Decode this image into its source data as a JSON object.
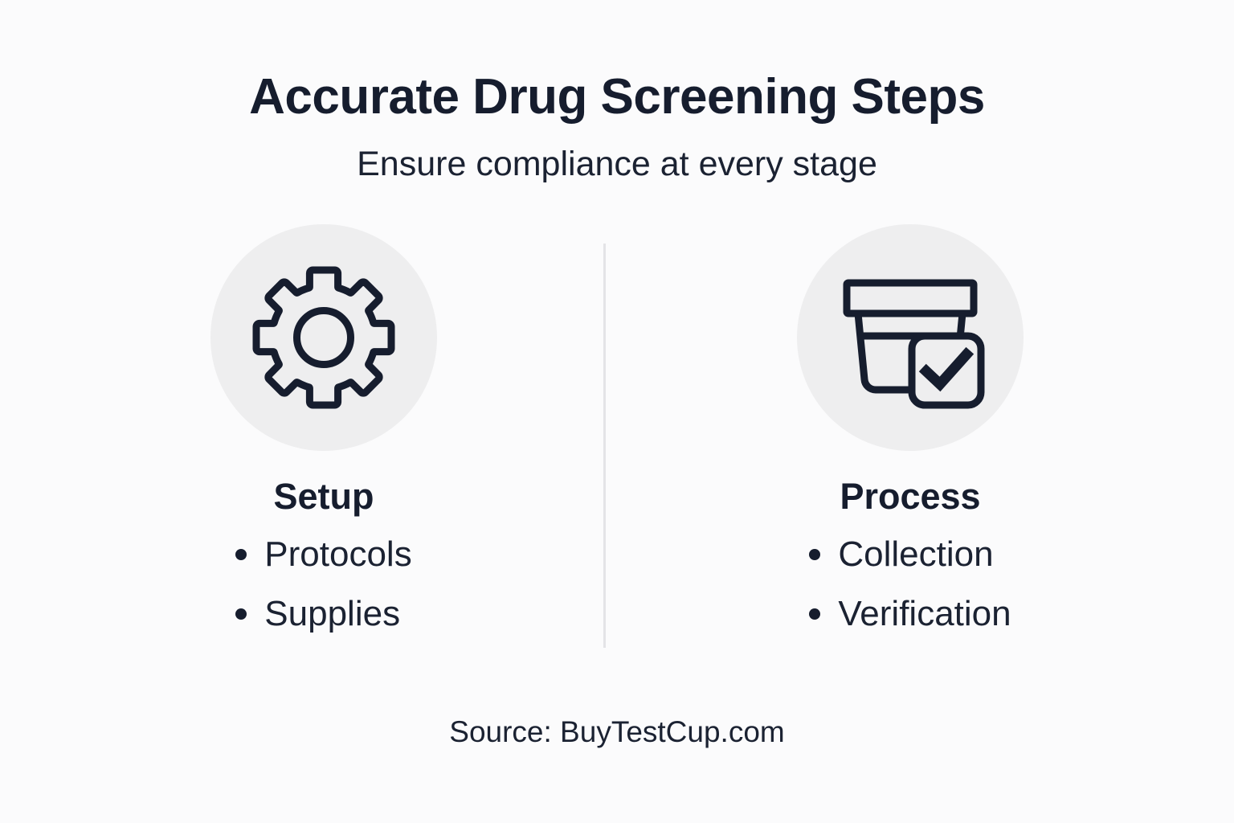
{
  "header": {
    "title": "Accurate Drug Screening Steps",
    "subtitle": "Ensure compliance at every stage"
  },
  "columns": [
    {
      "icon": "gear-icon",
      "heading": "Setup",
      "bullets": [
        "Protocols",
        "Supplies"
      ]
    },
    {
      "icon": "specimen-cup-check-icon",
      "heading": "Process",
      "bullets": [
        "Collection",
        "Verification"
      ]
    }
  ],
  "footer": {
    "source": "Source: BuyTestCup.com"
  },
  "colors": {
    "background": "#fbfbfc",
    "text": "#161d2e",
    "icon_circle": "#eeeeef",
    "icon_stroke": "#161d2e",
    "divider": "#e4e4e7"
  }
}
